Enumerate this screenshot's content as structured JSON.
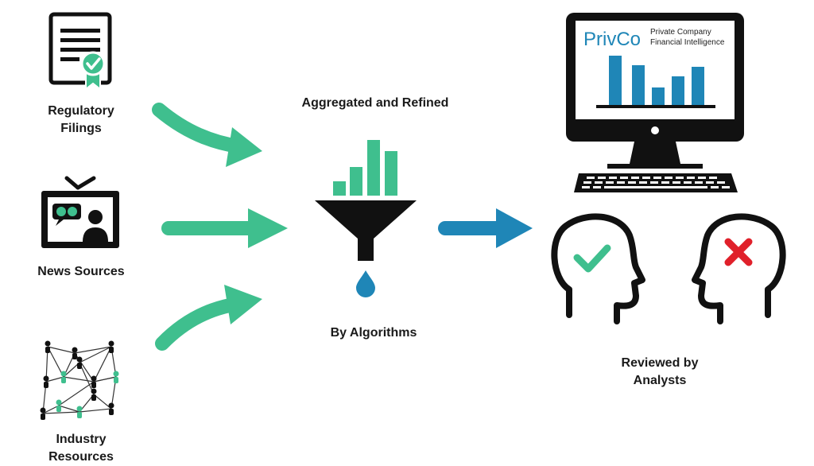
{
  "sources": {
    "regulatory": {
      "line1": "Regulatory",
      "line2": "Filings",
      "icon": "certificate-icon"
    },
    "news": {
      "label": "News Sources",
      "icon": "tv-icon"
    },
    "industry": {
      "line1": "Industry",
      "line2": "Resources",
      "icon": "network-icon"
    }
  },
  "process": {
    "top_label": "Aggregated and Refined",
    "bottom_label": "By Algorithms",
    "icon": "funnel-icon"
  },
  "monitor": {
    "brand": "PrivCo",
    "tagline_line1": "Private Company",
    "tagline_line2": "Financial Intelligence",
    "icon": "computer-icon"
  },
  "review": {
    "line1": "Reviewed by",
    "line2": "Analysts",
    "approve_icon": "head-check-icon",
    "reject_icon": "head-x-icon"
  },
  "colors": {
    "green": "#3fbf8e",
    "blue": "#1f86b7",
    "black": "#111111",
    "red": "#e0202a"
  }
}
